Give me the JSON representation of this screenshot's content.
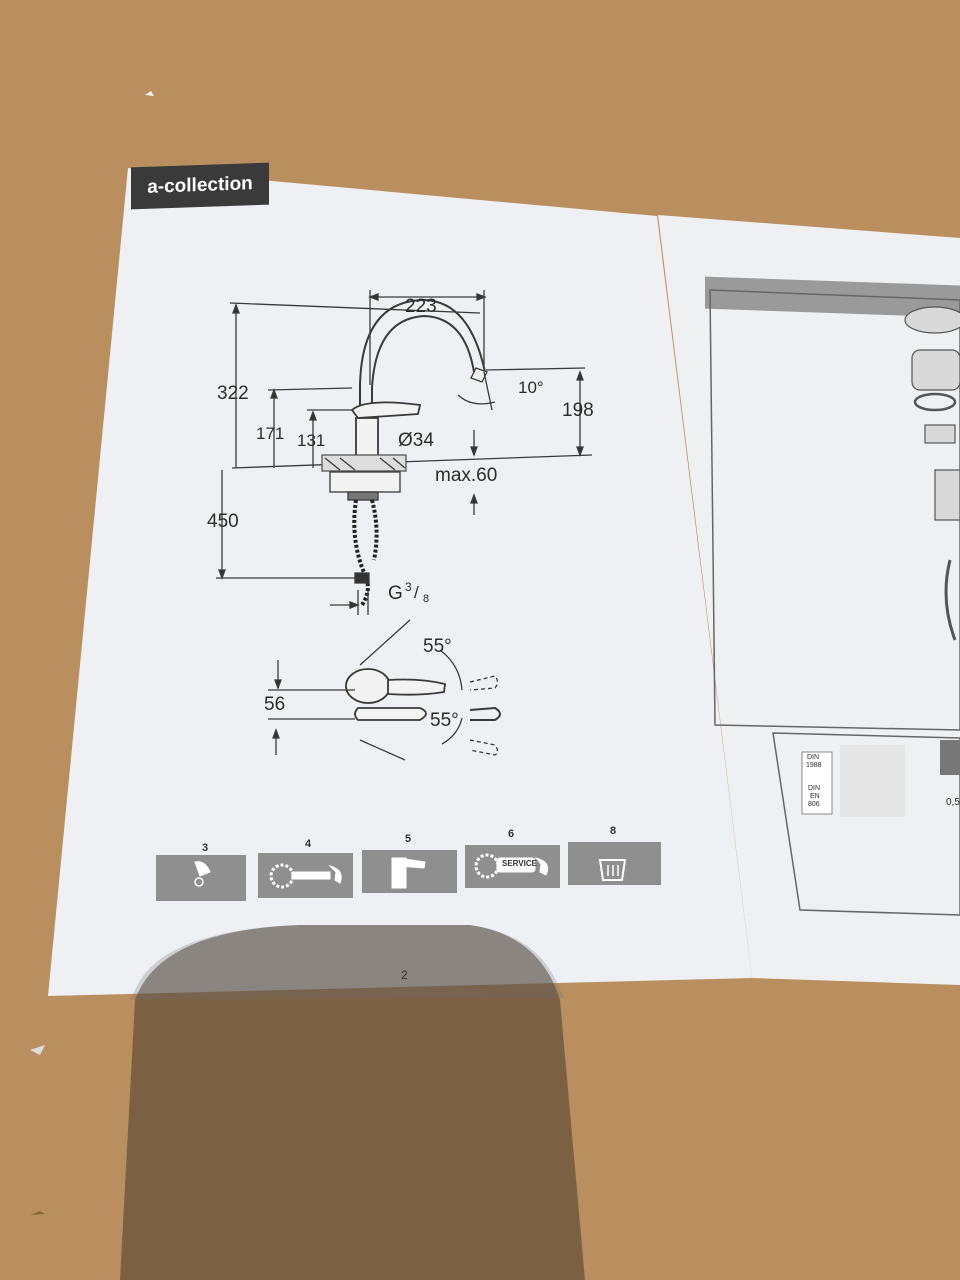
{
  "booklet": {
    "brand_tab": "a-collection",
    "page_number": "2"
  },
  "drawing": {
    "dimensions": {
      "width_223": "223",
      "height_322": "322",
      "height_171": "171",
      "height_131": "131",
      "diameter": "Ø34",
      "angle_10": "10°",
      "height_198": "198",
      "max_thickness": "max.60",
      "hose_450": "450",
      "thread": "G",
      "thread_num": "3",
      "thread_den": "8"
    },
    "lever": {
      "angle_up": "55°",
      "angle_down": "55°",
      "height_56": "56"
    }
  },
  "icons": [
    {
      "num": "3",
      "icon": "cartridge-icon"
    },
    {
      "num": "4",
      "icon": "wrench-icon"
    },
    {
      "num": "5",
      "icon": "handle-icon"
    },
    {
      "num": "6",
      "icon": "service-wrench-icon",
      "label": "SERVICE"
    },
    {
      "num": "8",
      "icon": "cleaning-icon"
    }
  ],
  "right_page": {
    "din_1": "DIN",
    "din_1_num": "1988",
    "din_2": "DIN",
    "din_2_b": "EN",
    "din_2_num": "806",
    "value": "0,5"
  },
  "colors": {
    "cardboard": "#b98f5f",
    "paper": "#eef0f2",
    "tab": "#3a3a3a",
    "icon_box": "#8d8d8d"
  }
}
